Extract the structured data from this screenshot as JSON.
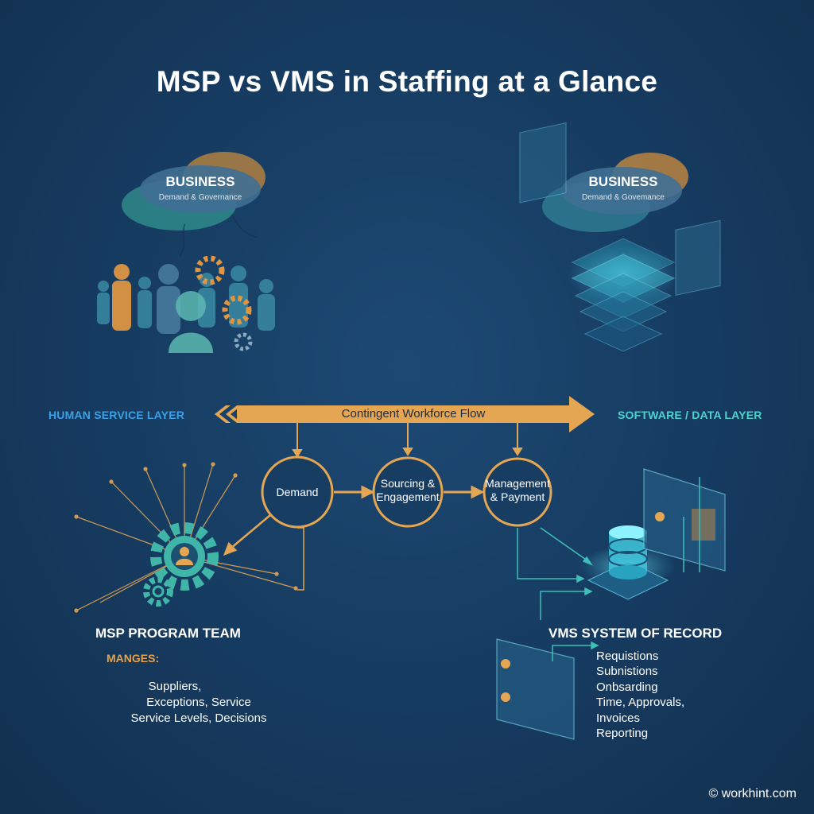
{
  "title": "MSP vs VMS in Staffing at a Glance",
  "left_business": {
    "title": "BUSINESS",
    "subtitle": "Demand & Governance"
  },
  "right_business": {
    "title": "BUSINESS",
    "subtitle": "Demand & Govemance"
  },
  "layers": {
    "human": "HUMAN SERVICE LAYER",
    "software": "SOFTWARE / DATA LAYER"
  },
  "flow": {
    "label": "Contingent Workforce Flow",
    "steps": [
      {
        "line1": "Demand",
        "line2": ""
      },
      {
        "line1": "Sourcing &",
        "line2": "Engagement"
      },
      {
        "line1": "Management",
        "line2": "& Payment"
      }
    ]
  },
  "msp": {
    "title": "MSP PROGRAM TEAM",
    "manages_label": "MANGES:",
    "lines": [
      "Suppliers,",
      "Exceptions, Service",
      "Service Levels, Decisions"
    ]
  },
  "vms": {
    "title": "VMS SYSTEM OF RECORD",
    "items": [
      "Requistions",
      "Subnistions",
      "Onbsarding",
      "Time, Approvals,",
      "Invoices",
      "Reporting"
    ]
  },
  "watermark": "© workhint.com",
  "colors": {
    "background": "#173d63",
    "orange": "#e8a24a",
    "teal": "#3fbfb8",
    "blue_label": "#3aa0e8",
    "cyan_label": "#4fd2cf"
  }
}
